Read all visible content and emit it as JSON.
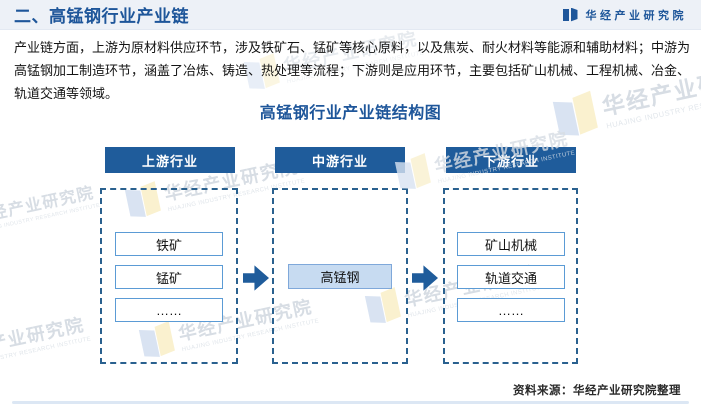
{
  "header": {
    "title": "二、高锰钢行业产业链",
    "brand": "华经产业研究院"
  },
  "intro": {
    "lines": [
      "产业链方面，上游为原材料供应环节，涉及铁矿石、锰矿等核心原料，以及焦炭、耐火材料等能源和辅助材料；中游为",
      "高锰钢加工制造环节，涵盖了冶炼、铸造、热处理等流程；下游则是应用环节，主要包括矿山机械、工程机械、冶金、",
      "轨道交通等领域。"
    ]
  },
  "diagram": {
    "title": "高锰钢行业产业链结构图",
    "columns": [
      {
        "header": "上游行业",
        "items": [
          "铁矿",
          "锰矿",
          "……"
        ]
      },
      {
        "header": "中游行业",
        "items": [
          "高锰钢"
        ]
      },
      {
        "header": "下游行业",
        "items": [
          "矿山机械",
          "轨道交通",
          "……"
        ]
      }
    ]
  },
  "source": "资料来源：华经产业研究院整理",
  "watermark": {
    "text": "华经产业研究院",
    "subtext": "HUAJING INDUSTRY RESEARCH INSTITUTE"
  },
  "colors": {
    "primary_blue": "#1F5C9B",
    "title_blue": "#1E569A",
    "mid_box_fill": "#C7DBF1",
    "box_border": "#5B9BD5",
    "dashed_border": "#2A618F",
    "topbar_bg": "#EDF1F7"
  }
}
